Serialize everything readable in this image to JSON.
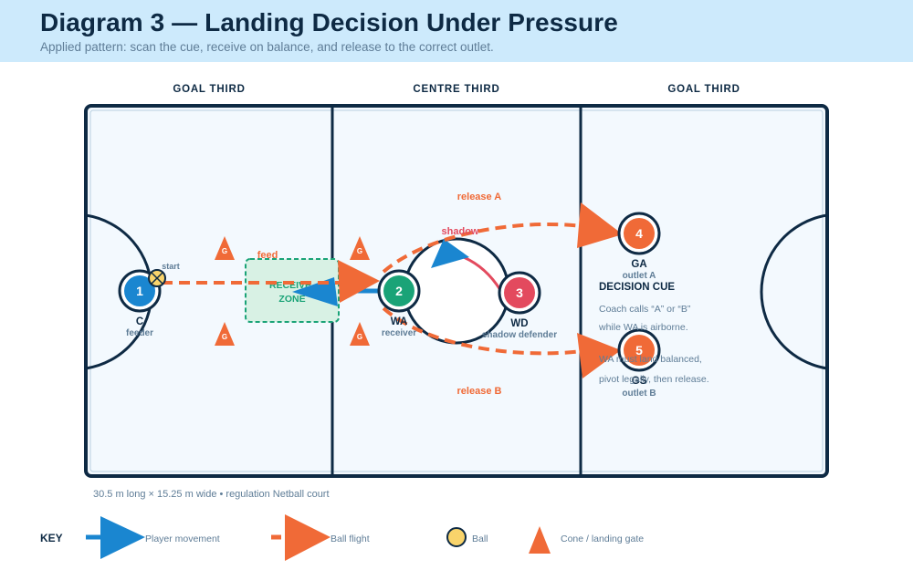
{
  "header": {
    "title": "Diagram 3 — Landing Decision Under Pressure",
    "subtitle": "Applied pattern: scan the cue, receive on balance, and release to the correct outlet."
  },
  "zones": {
    "left": "GOAL THIRD",
    "centre": "CENTRE THIRD",
    "right": "GOAL THIRD"
  },
  "court_note": "30.5 m long × 15.25 m wide • regulation Netball court",
  "players": [
    {
      "number": "1",
      "position": "C",
      "role": "feeder",
      "color": "#1a86d0"
    },
    {
      "number": "2",
      "position": "WA",
      "role": "receiver",
      "color": "#1aa377"
    },
    {
      "number": "3",
      "position": "WD",
      "role": "shadow defender",
      "color": "#e34a5e"
    },
    {
      "number": "4",
      "position": "GA",
      "role": "outlet A",
      "color": "#f06a37"
    },
    {
      "number": "5",
      "position": "GS",
      "role": "outlet B",
      "color": "#f06a37"
    }
  ],
  "labels": {
    "start": "start",
    "feed": "feed",
    "shadow": "shadow",
    "release_a": "release A",
    "release_b": "release B",
    "receive_zone_line1": "RECEIVE",
    "receive_zone_line2": "ZONE"
  },
  "cone_label": "G",
  "decision_cue": {
    "title": "DECISION CUE",
    "lines": [
      "Coach calls “A” or “B”",
      "while WA is airborne.",
      "WA must land balanced,",
      "pivot legally, then release."
    ]
  },
  "key": {
    "title": "KEY",
    "player_movement": "Player movement",
    "ball_flight": "Ball flight",
    "ball": "Ball",
    "cone": "Cone / landing gate"
  },
  "colors": {
    "header_bg": "#cdeafc",
    "court_line": "#0e2a44",
    "court_fill": "#f3f9fe",
    "movement": "#1a86d0",
    "ball_flight": "#f06a37",
    "ball": "#f9d46b",
    "receive_zone": "#d8f1e4",
    "receive_zone_border": "#1aa377"
  }
}
